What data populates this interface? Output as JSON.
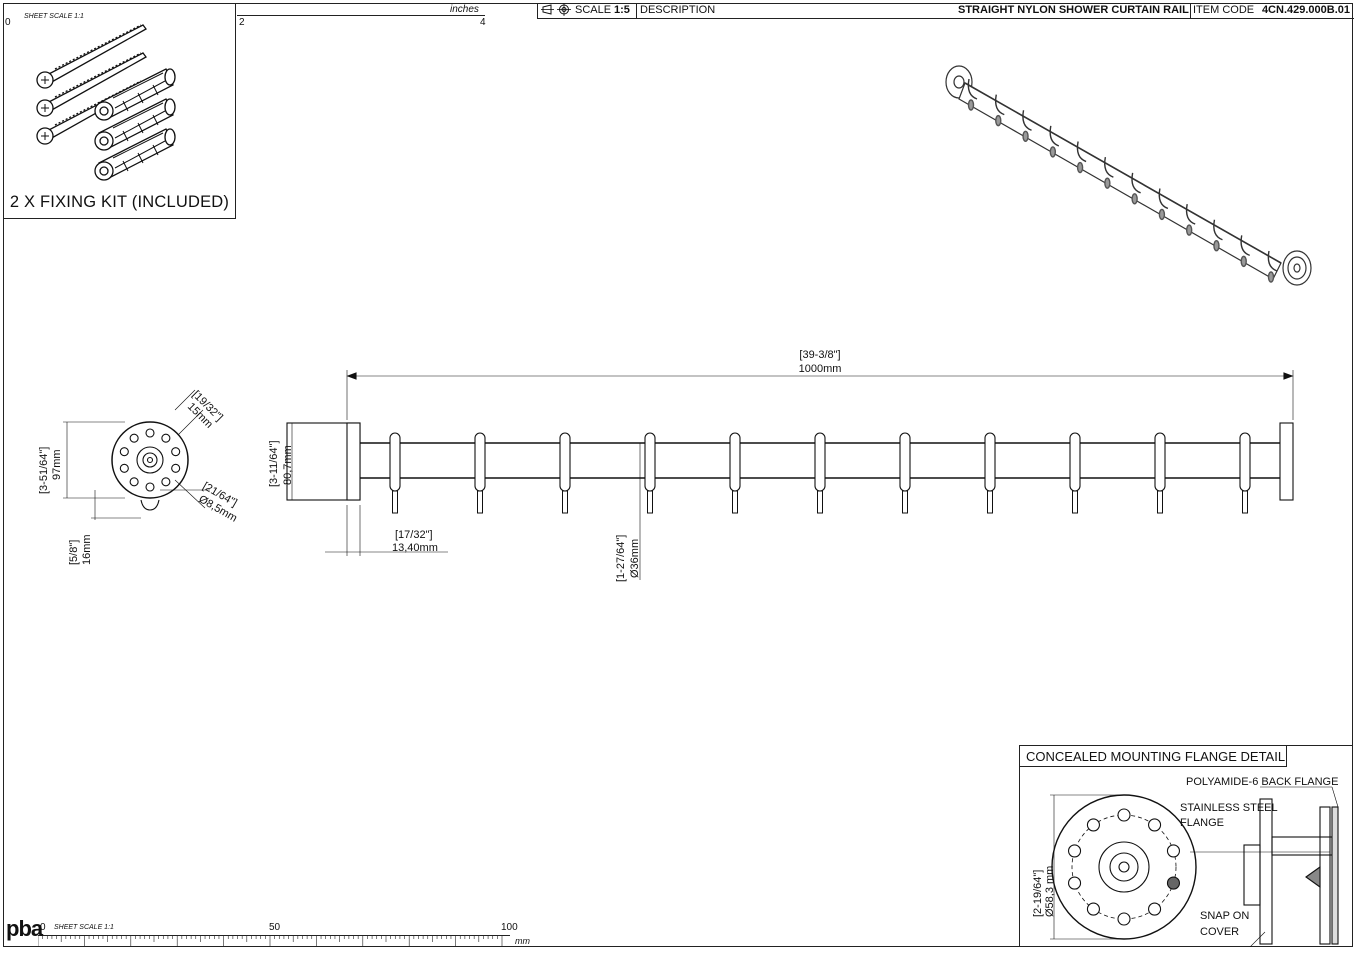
{
  "title_block": {
    "scale_label": "SCALE",
    "scale_value": "1:5",
    "description_label": "DESCRIPTION",
    "description_value": "STRAIGHT NYLON SHOWER CURTAIN RAIL",
    "item_code_label": "ITEM CODE",
    "item_code_value": "4CN.429.000B.01"
  },
  "top_ruler": {
    "unit": "inches",
    "sheet_scale": "SHEET SCALE 1:1",
    "ticks": [
      "0",
      "2",
      "4"
    ]
  },
  "bottom_ruler": {
    "unit": "mm",
    "sheet_scale": "SHEET SCALE 1:1",
    "ticks": [
      "0",
      "50",
      "100"
    ]
  },
  "logo_text": "pba",
  "fixing_kit": {
    "label": "2 X FIXING KIT (INCLUDED)"
  },
  "end_view": {
    "height_in": "[3-51/64\"]",
    "height_mm": "97mm",
    "offset_in": "[5/8\"]",
    "offset_mm": "16mm",
    "hole_in": "[19/32\"]",
    "hole_mm": "15mm",
    "screw_in": "[21/64\"]",
    "screw_mm": "Ø8,5mm"
  },
  "front_view": {
    "length_in": "[39-3/8\"]",
    "length_mm": "1000mm",
    "flange_h_in": "[3-11/64\"]",
    "flange_h_mm": "80,7mm",
    "flange_t_in": "[17/32\"]",
    "flange_t_mm": "13,40mm",
    "tube_in": "[1-27/64\"]",
    "tube_mm": "Ø36mm",
    "ring_count": 11
  },
  "flange_detail": {
    "title": "CONCEALED MOUNTING FLANGE DETAIL",
    "diameter_in": "[2-19/64\"]",
    "diameter_mm": "Ø58,3 mm",
    "label_back_flange": "POLYAMIDE-6 BACK FLANGE",
    "label_steel_1": "STAINLESS STEEL",
    "label_steel_2": "FLANGE",
    "label_cover_1": "SNAP ON",
    "label_cover_2": "COVER"
  }
}
